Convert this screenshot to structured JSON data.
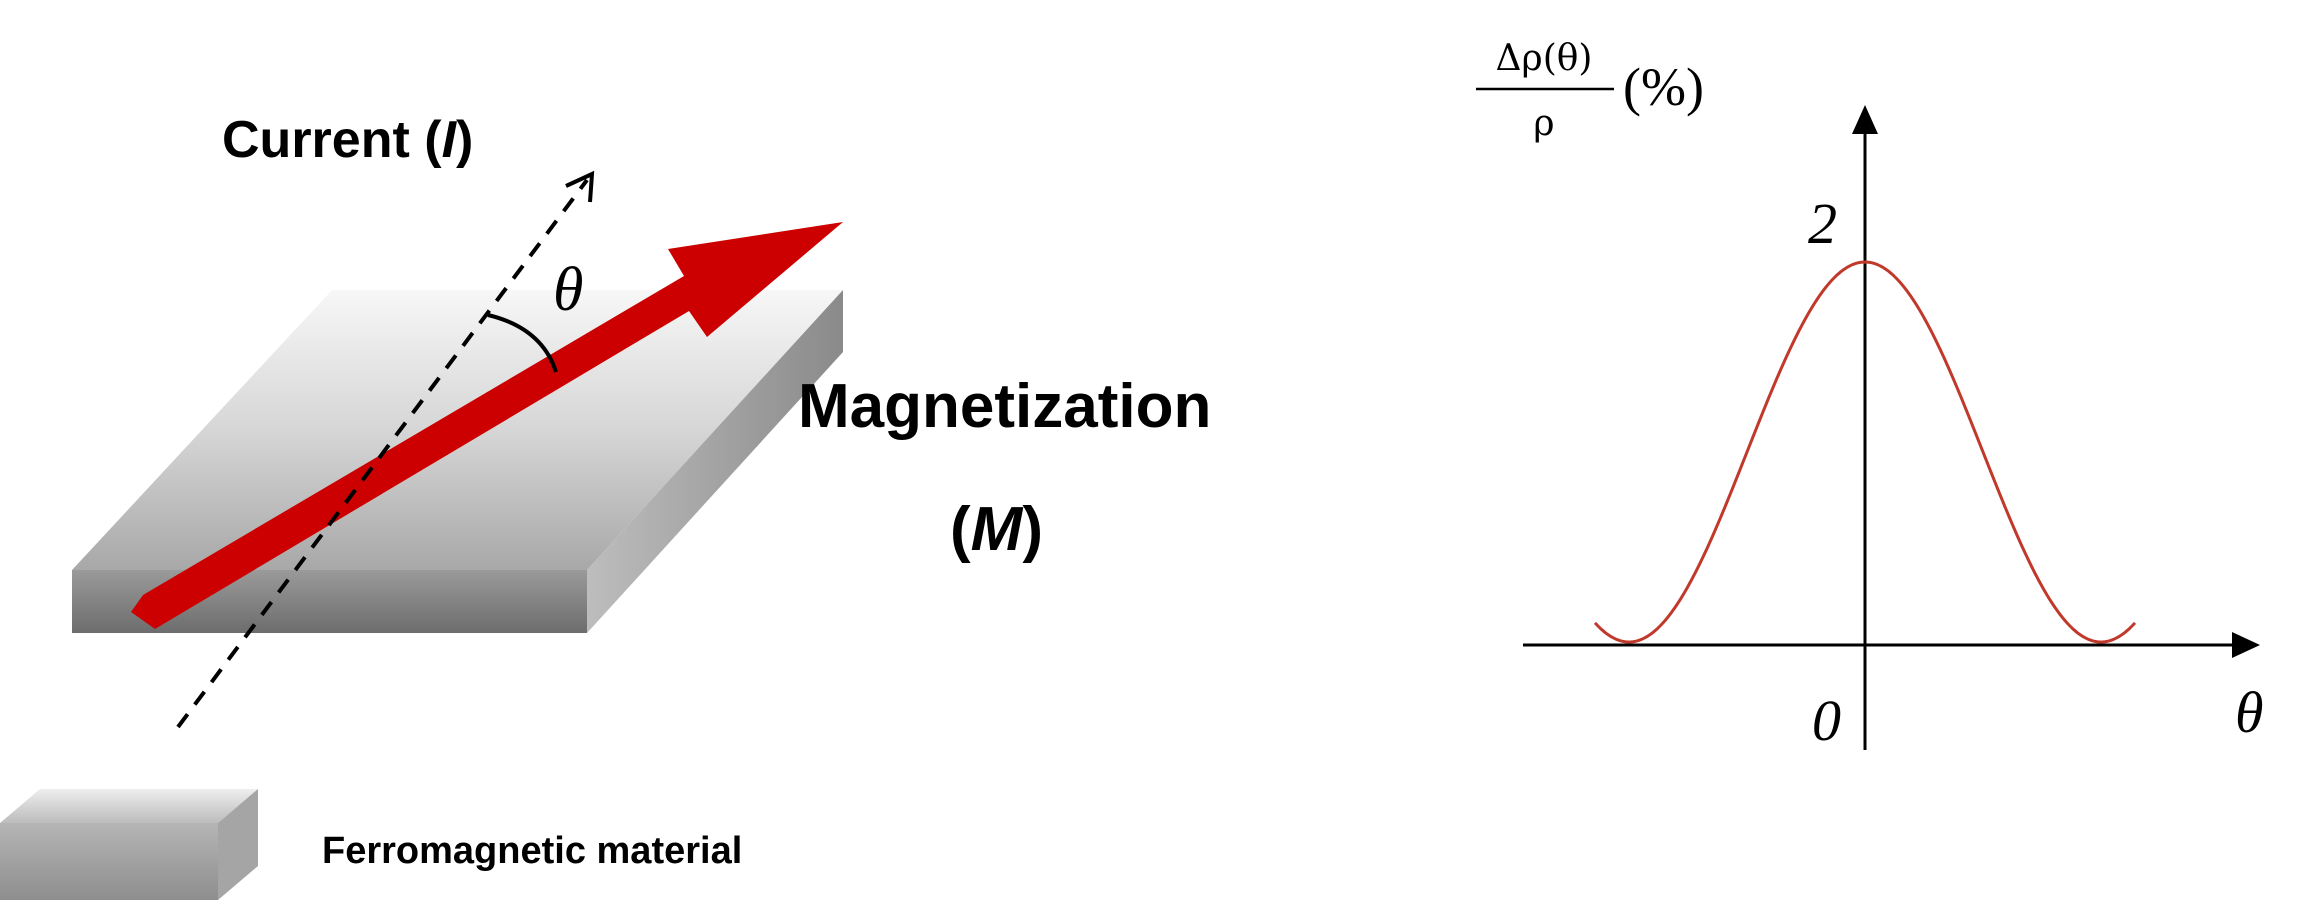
{
  "diagram": {
    "current_label_prefix": "Current (",
    "current_symbol": "I",
    "current_label_suffix": ")",
    "angle_symbol": "θ",
    "magnetization_label": "Magnetization",
    "magnetization_paren_open": "(",
    "magnetization_symbol": "M",
    "magnetization_paren_close": ")",
    "legend_label": "Ferromagnetic material",
    "colors": {
      "magnetization_arrow": "#cc0000",
      "slab_light": "#e8e8e8",
      "slab_dark": "#7a7a7a"
    }
  },
  "chart_data": {
    "type": "line",
    "ylabel_numerator": "Δρ(θ)",
    "ylabel_denominator": "ρ",
    "ylabel_unit": "(%)",
    "xlabel": "θ",
    "ytick_label": "2",
    "origin_label": "0",
    "peak_value": 2,
    "curve_color": "#c0392b"
  }
}
